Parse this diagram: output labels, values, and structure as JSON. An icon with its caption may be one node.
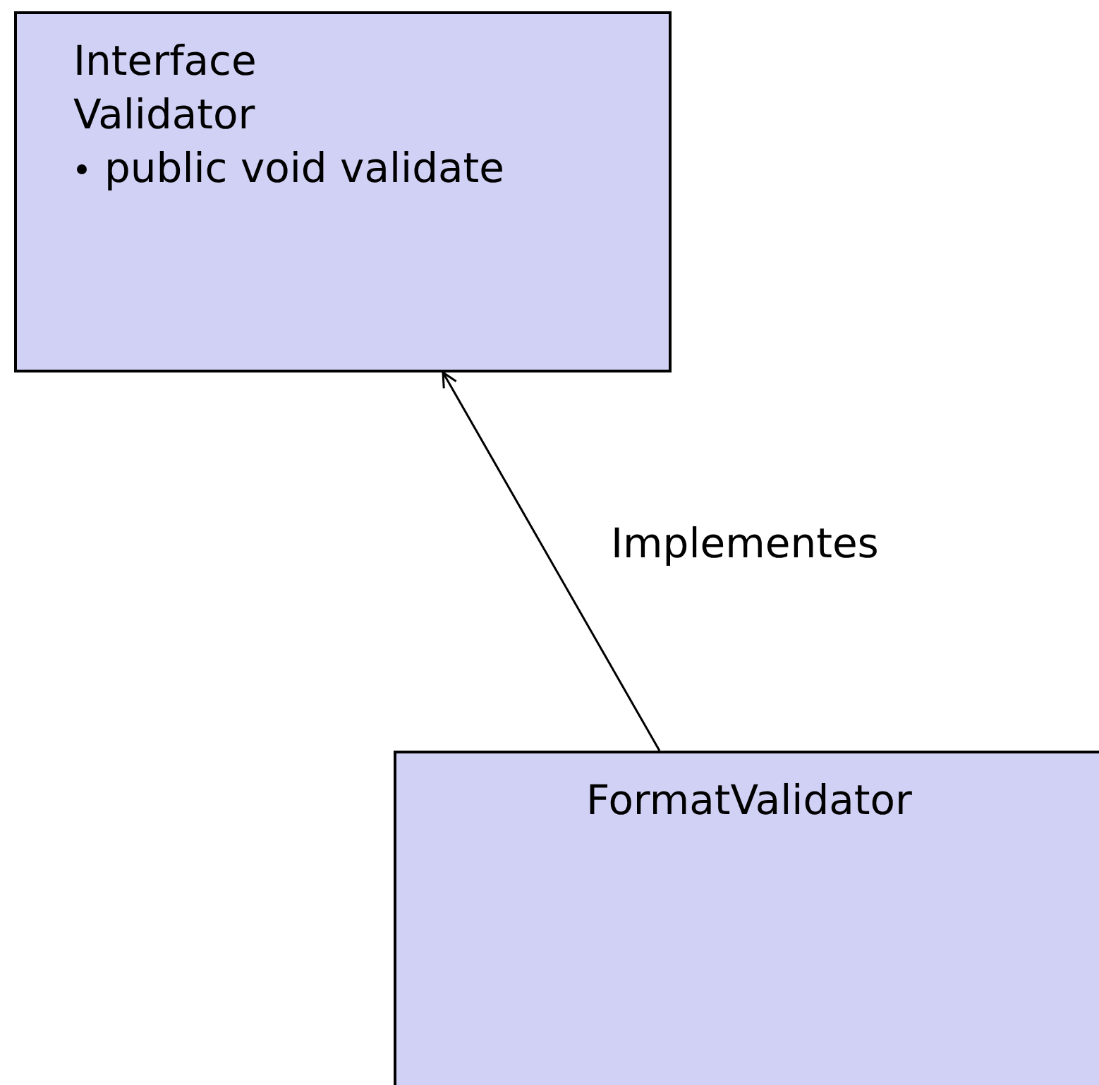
{
  "diagram": {
    "nodes": [
      {
        "text": [
          "Interface Validator",
          "public void validate"
        ]
      },
      {
        "text": [
          "FormatValidator"
        ]
      }
    ],
    "edges": [
      {
        "from": 1,
        "to": 0,
        "arrow": "to",
        "label": "Implementes"
      }
    ]
  }
}
